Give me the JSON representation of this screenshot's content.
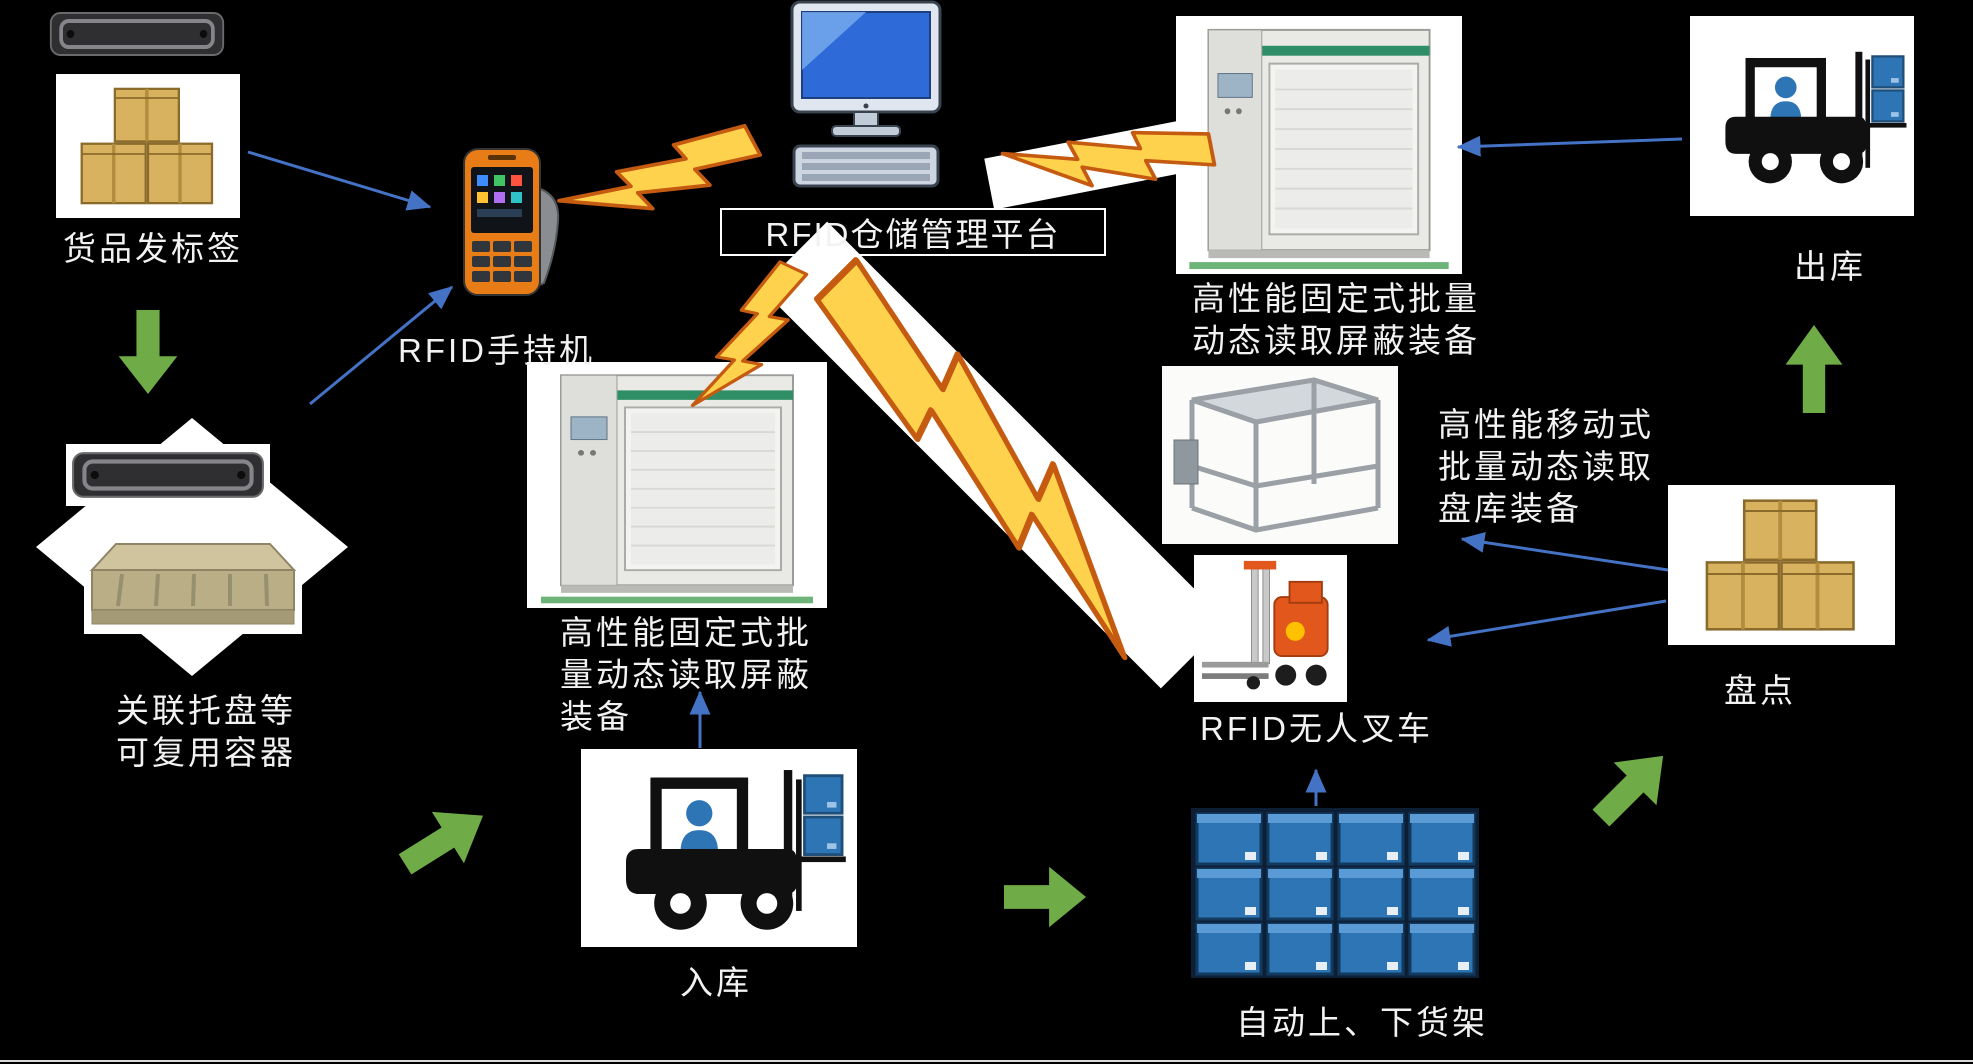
{
  "colors": {
    "background": "#000000",
    "label_text": "#F2F2F2",
    "flow_arrow_green": "#6FAC47",
    "connector_blue": "#4472C4",
    "lightning_yellow": "#FFD24D",
    "lightning_outline": "#C55A11",
    "panel_white": "#FFFFFF"
  },
  "labels": {
    "goods": "货品发标签",
    "pallet_1": "关联托盘等",
    "pallet_2": "可复用容器",
    "handheld": "RFID手持机",
    "platform": "RFID仓储管理平台",
    "fixed_center_1": "高性能固定式批",
    "fixed_center_2": "量动态读取屏蔽",
    "fixed_center_3": "装备",
    "fixed_top_1": "高性能固定式批量",
    "fixed_top_2": "动态读取屏蔽装备",
    "outbound": "出库",
    "mobile_1": "高性能移动式",
    "mobile_2": "批量动态读取",
    "mobile_3": "盘库装备",
    "rfid_forklift": "RFID无人叉车",
    "inbound": "入库",
    "shelves": "自动上、下货架",
    "inventory": "盘点"
  },
  "icons": {
    "rfid_tag": "rfid-tag-icon",
    "cartons": "carton-boxes-icon",
    "pallet": "pallet-icon",
    "handheld_reader": "handheld-reader-icon",
    "computer": "desktop-computer-icon",
    "fixed_reader": "fixed-reader-gate-icon",
    "forklift": "forklift-icon",
    "mobile_frame": "mobile-reader-frame-icon",
    "agv_stacker": "agv-stacker-icon",
    "storage_rack": "storage-rack-icon",
    "lightning": "wireless-lightning-icon",
    "green_arrow": "flow-arrow-icon",
    "blue_arrow": "connector-arrow-icon"
  }
}
